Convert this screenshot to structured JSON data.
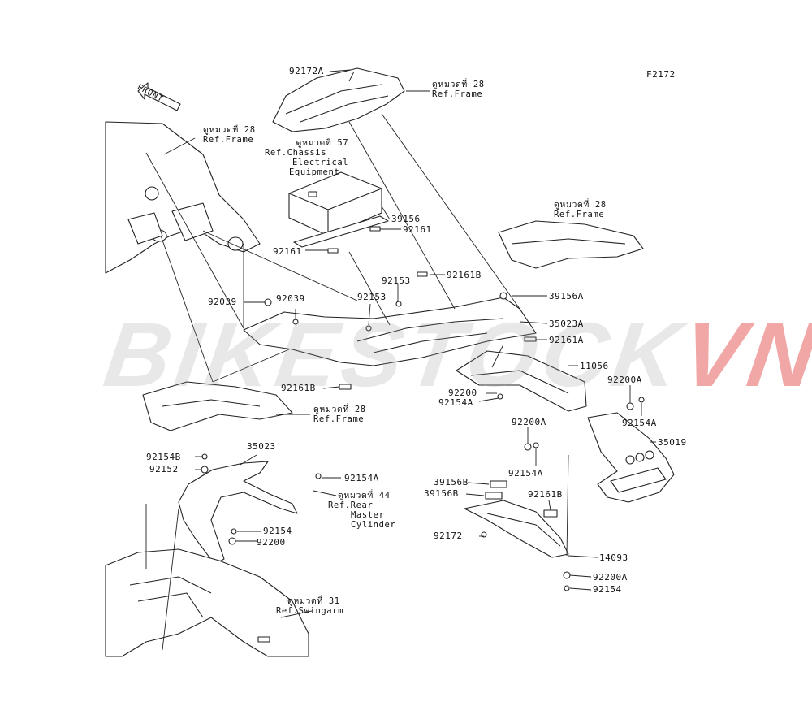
{
  "figure_code": "F2172",
  "front_label": "FRONT",
  "watermark": {
    "text_main": "BIKESTOCK",
    "text_accent": "VN",
    "accent_color": "#e03c3c"
  },
  "parts": {
    "p92172A": "92172A",
    "p39156": "39156",
    "p92161_r": "92161",
    "p92161_l": "92161",
    "p92153_a": "92153",
    "p92153_b": "92153",
    "p92161B_top": "92161B",
    "p39156A": "39156A",
    "p35023A": "35023A",
    "p92161A": "92161A",
    "p11056": "11056",
    "p92039_a": "92039",
    "p92039_b": "92039",
    "p92161B_mid": "92161B",
    "p92200_mid": "92200",
    "p92154A_mid": "92154A",
    "p92200A_r": "92200A",
    "p92154A_r": "92154A",
    "p92200A_c": "92200A",
    "p35019": "35019",
    "p92154A_c": "92154A",
    "p92154B": "92154B",
    "p35023": "35023",
    "p92152": "92152",
    "p92154A_l": "92154A",
    "p92154_l": "92154",
    "p92200_l": "92200",
    "p39156B_a": "39156B",
    "p39156B_b": "39156B",
    "p92161B_low": "92161B",
    "p92172": "92172",
    "p14093": "14093",
    "p92200A_low": "92200A",
    "p92154_low": "92154"
  },
  "refs": {
    "frame_top": {
      "l1": "ดูหมวดที่ 28",
      "l2": "Ref.Frame"
    },
    "frame_left": {
      "l1": "ดูหมวดที่ 28",
      "l2": "Ref.Frame"
    },
    "chassis": {
      "l1": "ดูหมวดที่ 57",
      "l2": "Ref.Chassis",
      "l3": "Electrical",
      "l4": "Equipment"
    },
    "frame_right": {
      "l1": "ดูหมวดที่ 28",
      "l2": "Ref.Frame"
    },
    "frame_mid": {
      "l1": "ดูหมวดที่ 28",
      "l2": "Ref.Frame"
    },
    "brake": {
      "l1": "ดูหมวดที่ 44",
      "l2": "Ref.Rear",
      "l3": "Master",
      "l4": "Cylinder"
    },
    "swingarm": {
      "l1": "ดูหมวดที่ 31",
      "l2": "Ref.Swingarm"
    }
  }
}
